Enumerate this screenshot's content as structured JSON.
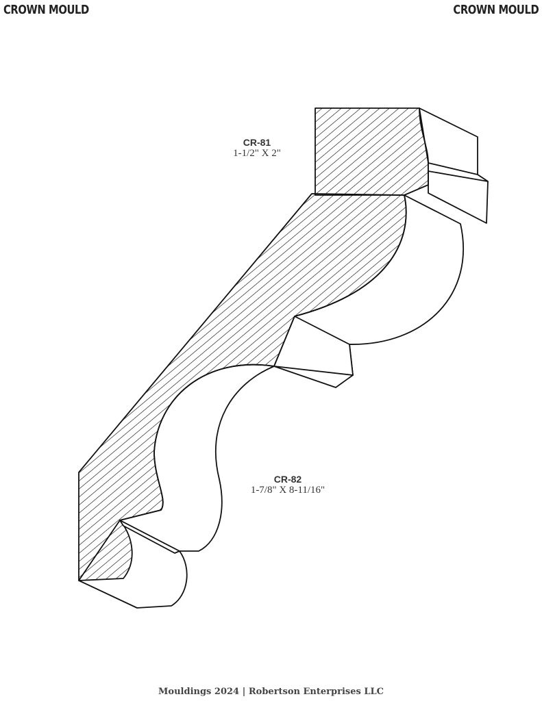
{
  "header": {
    "left_title": "CROWN MOULD",
    "right_title": "CROWN MOULD"
  },
  "products": [
    {
      "code": "CR-81",
      "size": "1-1/2\" X 2\""
    },
    {
      "code": "CR-82",
      "size": "1-7/8\" X 8-11/16\""
    }
  ],
  "footer": {
    "text": "Mouldings 2024 | Robertson Enterprises LLC"
  }
}
